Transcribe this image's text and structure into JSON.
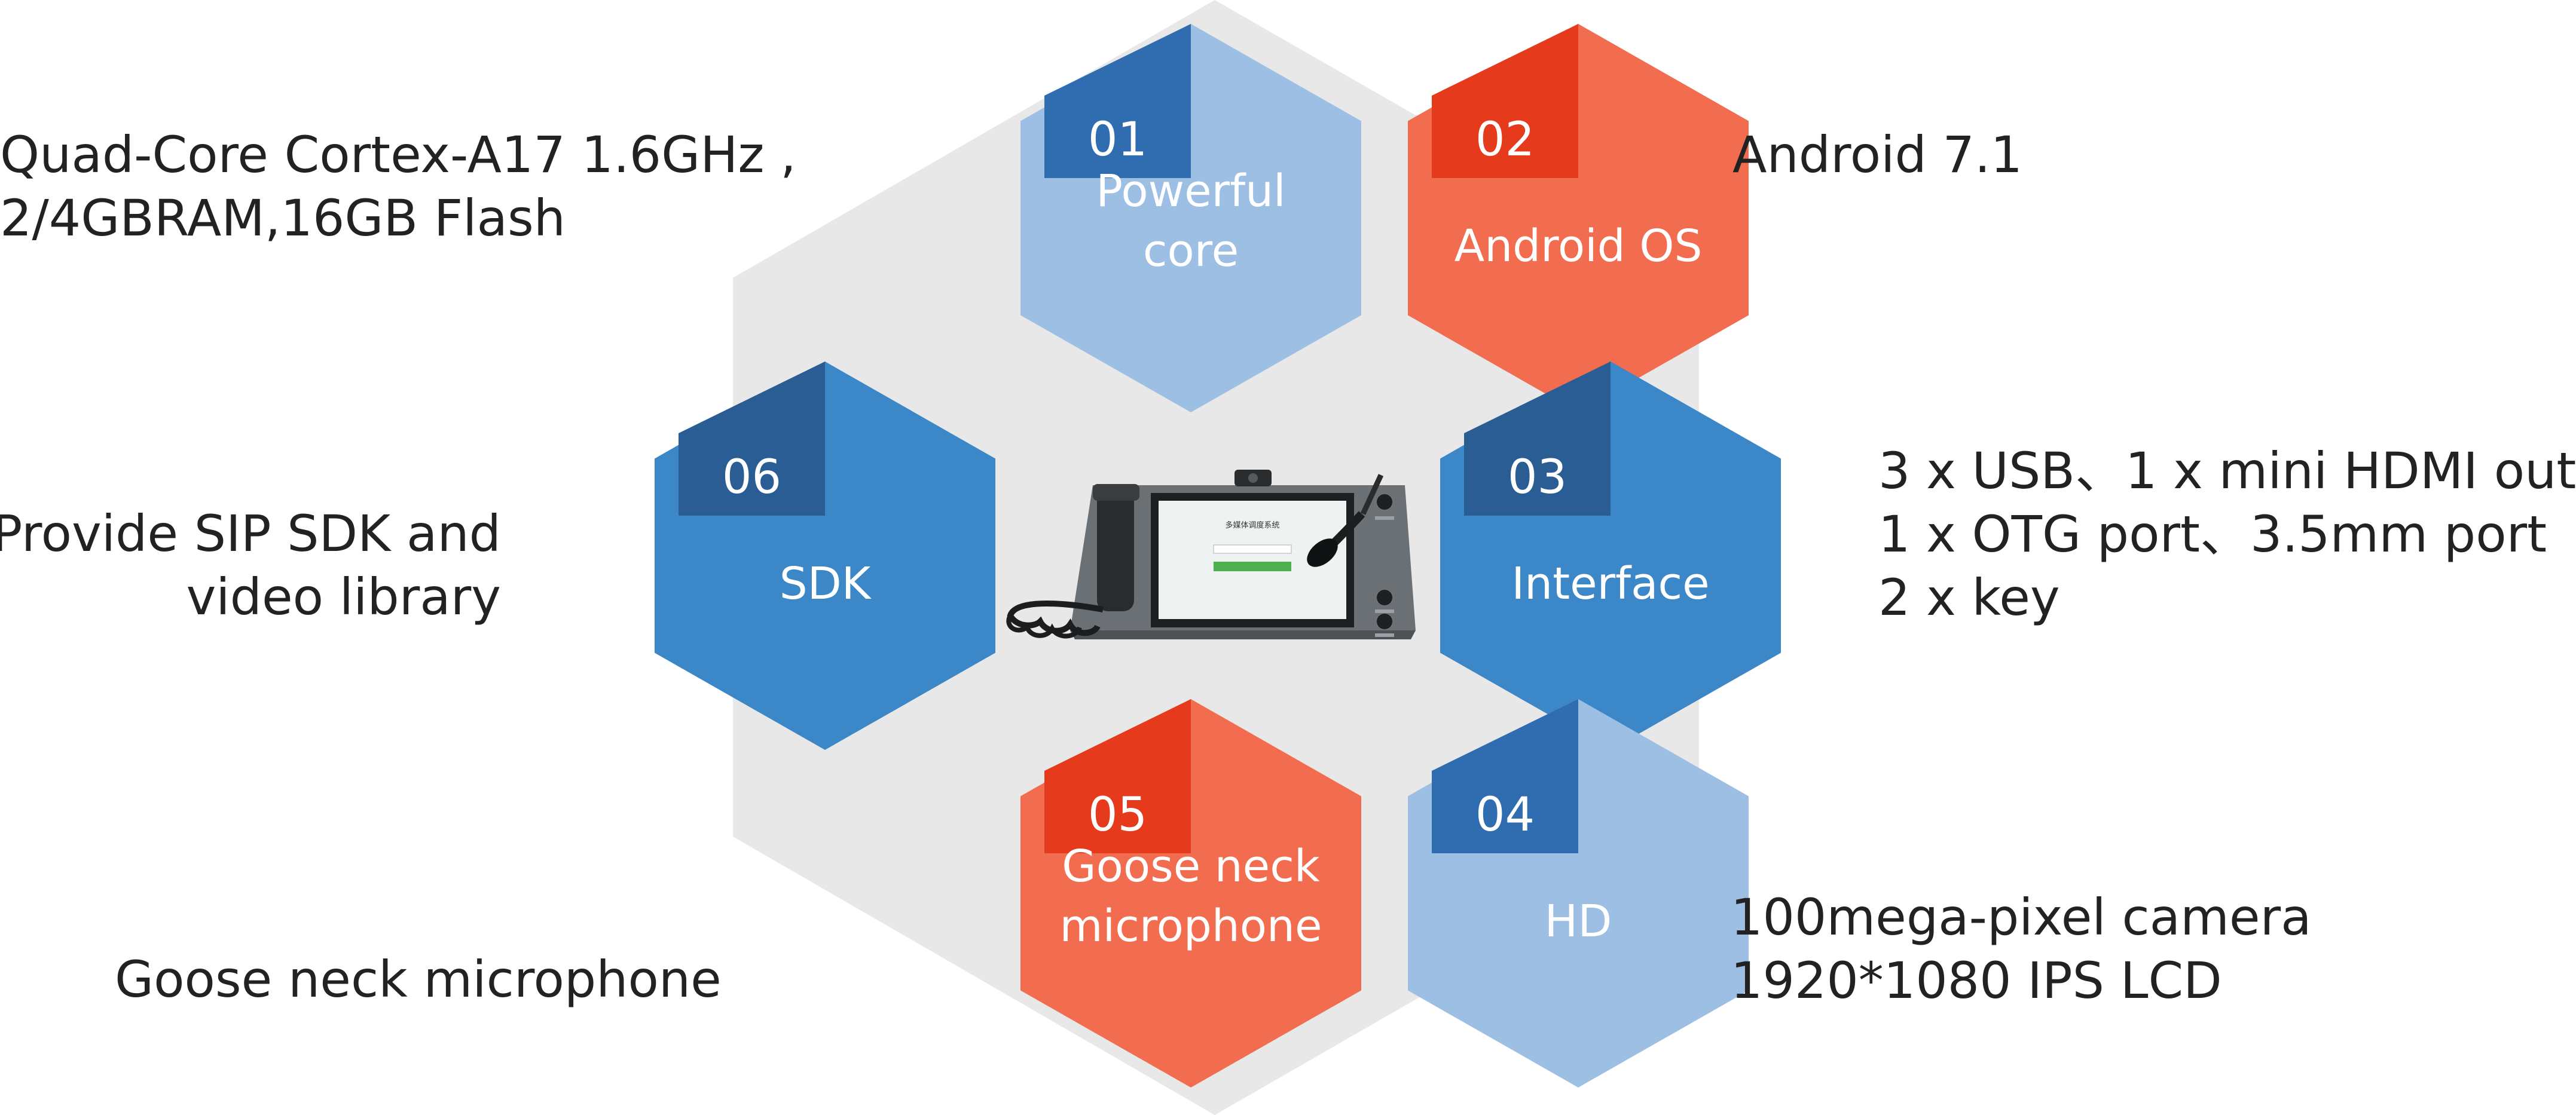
{
  "colors": {
    "background_hex": "#e8e8e8",
    "light_blue": "#9dbfe4",
    "blue": "#3b87c8",
    "dark_blue_tab": "#2a5d94",
    "blue_tab": "#2f6db0",
    "coral": "#f26c4f",
    "red_tab": "#e63a1c",
    "text_dark": "#222222",
    "text_light": "#ffffff"
  },
  "hexagons": [
    {
      "number": "01",
      "label_lines": [
        "Powerful",
        "core"
      ],
      "color": "light_blue",
      "tab": "blue_tab"
    },
    {
      "number": "02",
      "label_lines": [
        "Android  OS"
      ],
      "color": "coral",
      "tab": "red_tab"
    },
    {
      "number": "03",
      "label_lines": [
        "Interface"
      ],
      "color": "blue",
      "tab": "dark_blue_tab"
    },
    {
      "number": "04",
      "label_lines": [
        "HD"
      ],
      "color": "light_blue",
      "tab": "blue_tab"
    },
    {
      "number": "05",
      "label_lines": [
        "Goose neck",
        "microphone"
      ],
      "color": "coral",
      "tab": "red_tab"
    },
    {
      "number": "06",
      "label_lines": [
        "SDK"
      ],
      "color": "blue",
      "tab": "dark_blue_tab"
    }
  ],
  "descriptions": {
    "core": [
      "Quad-Core Cortex-A17 1.6GHz ,",
      "2/4GBRAM,16GB Flash"
    ],
    "os": [
      "Android 7.1"
    ],
    "interface": [
      "3 x USB、1 x mini HDMI out",
      "1 x OTG port、3.5mm port",
      "2 x key"
    ],
    "hd": [
      "100mega-pixel camera",
      "1920*1080 IPS LCD"
    ],
    "mic": [
      "Goose neck microphone"
    ],
    "sdk": [
      "Provide SIP SDK and",
      "video library"
    ]
  },
  "device": {
    "screen_title": "多媒体调度系统",
    "icon": "desk-phone-terminal-illustration"
  }
}
